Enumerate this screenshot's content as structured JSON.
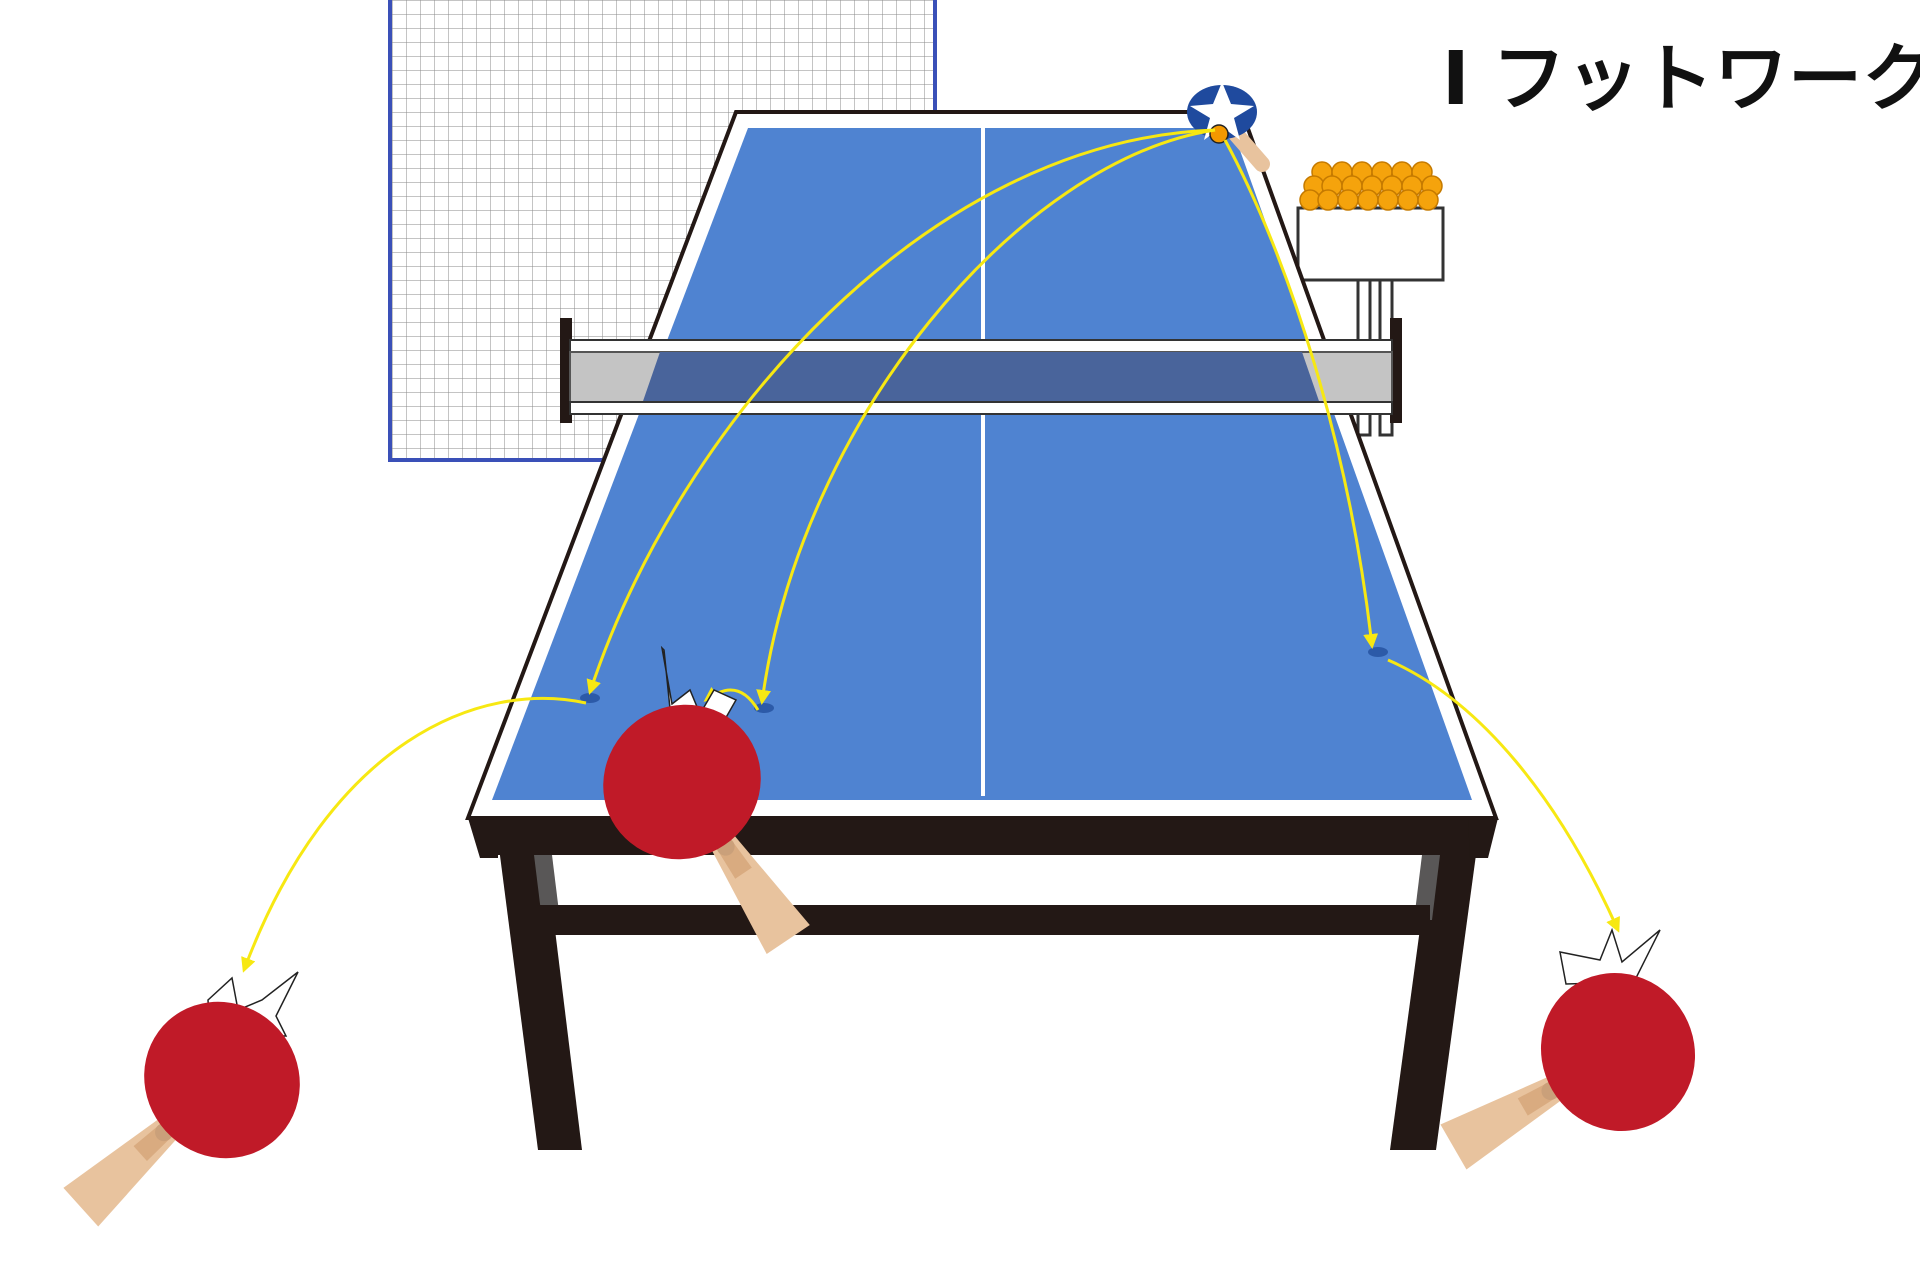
{
  "title": {
    "number": "Ⅰ",
    "text": "フットワーク"
  },
  "colors": {
    "table_top": "#4f83d1",
    "table_edge": "#ffffff",
    "table_frame": "#231815",
    "net_band": "#49649b",
    "net_side": "#c4c4c4",
    "barrier_border": "#3a50b8",
    "barrier_grid": "#8a8a8a",
    "trajectory": "#f7e812",
    "racket_rubber": "#c01a28",
    "racket_handle": "#e8c39e",
    "robot_head": "#1f4a9e",
    "ball": "#f39800",
    "basket_ball": "#f5a30c"
  },
  "icons": {
    "robot": "ball-robot-icon",
    "basket": "ball-basket-icon",
    "racket": "racket-icon",
    "impact": "impact-burst-icon",
    "barrier": "barrier-net-icon"
  },
  "diagram": {
    "drills": [
      {
        "name": "forehand-wide",
        "side": "left-corner"
      },
      {
        "name": "middle",
        "side": "center-left"
      },
      {
        "name": "backhand-wide",
        "side": "right-corner"
      }
    ]
  }
}
